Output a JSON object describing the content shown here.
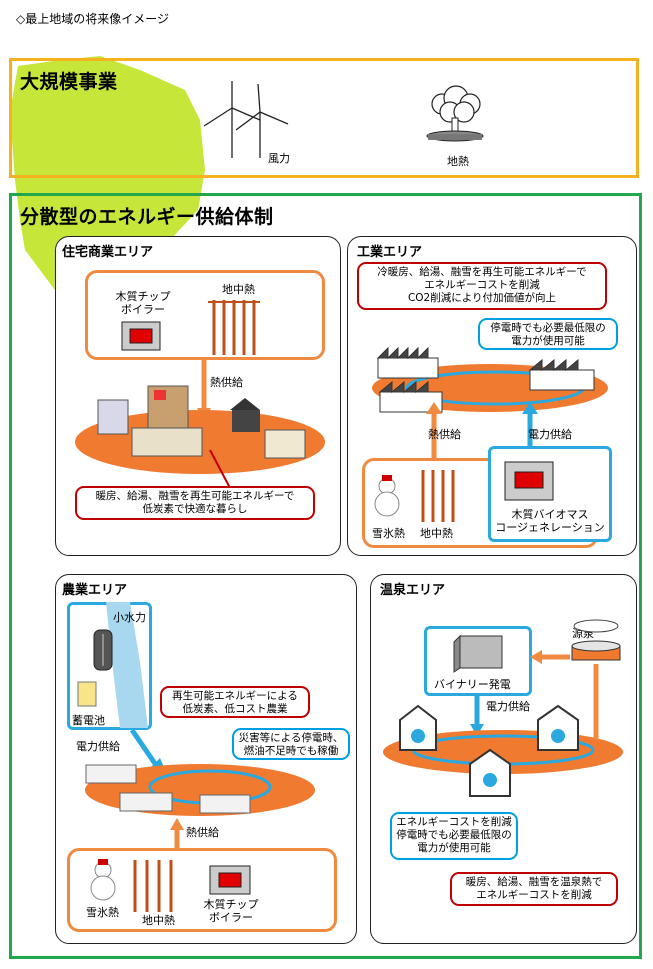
{
  "page_title": "◇最上地域の将来像イメージ",
  "large_scale": {
    "title": "大規模事業",
    "wind_label": "風力",
    "geo_label": "地熱"
  },
  "distributed": {
    "title": "分散型のエネルギー供給体制"
  },
  "residential": {
    "title": "住宅商業エリア",
    "boiler_label": "木質チップ\nボイラー",
    "ground_label": "地中熱",
    "heat_supply": "熱供給",
    "callout": "暖房、給湯、融雪を再生可能エネルギーで\n低炭素で快適な暮らし"
  },
  "industrial": {
    "title": "工業エリア",
    "callout_red": "冷暖房、給湯、融雪を再生可能エネルギーで\nエネルギーコストを削減\nCO2削減により付加価値が向上",
    "callout_blue": "停電時でも必要最低限の\n電力が使用可能",
    "heat_supply": "熱供給",
    "power_supply": "電力供給",
    "snow_label": "雪氷熱",
    "ground_label": "地中熱",
    "cogen_label": "木質バイオマス\nコージェネレーション"
  },
  "agriculture": {
    "title": "農業エリア",
    "hydro_label": "小水力",
    "battery_label": "蓄電池",
    "power_supply": "電力供給",
    "callout_red": "再生可能エネルギーによる\n低炭素、低コスト農業",
    "callout_blue": "災害等による停電時、\n燃油不足時でも稼働",
    "heat_supply": "熱供給",
    "snow_label": "雪氷熱",
    "ground_label": "地中熱",
    "boiler_label": "木質チップ\nボイラー"
  },
  "hotspring": {
    "title": "温泉エリア",
    "source_label": "源泉",
    "binary_label": "バイナリー発電",
    "power_supply": "電力供給",
    "callout_blue": "エネルギーコストを削減\n停電時でも必要最低限の\n電力が使用可能",
    "callout_red": "暖房、給湯、融雪を温泉熱で\nエネルギーコストを削減"
  },
  "colors": {
    "gold": "#f5b21e",
    "green": "#22a84a",
    "orange": "#f08a40",
    "blue": "#29a9e0",
    "red": "#c00000",
    "lime": "#c6e63a"
  }
}
